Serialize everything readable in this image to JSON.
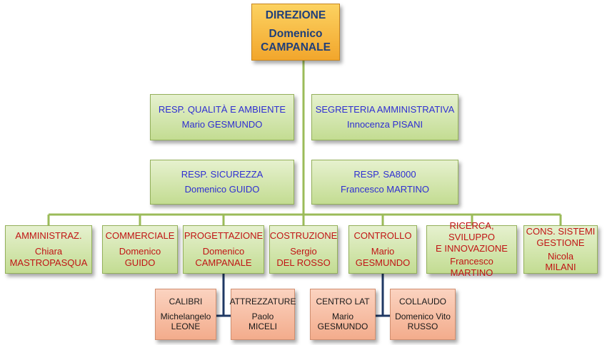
{
  "colors": {
    "connector_green": "#9bbb59",
    "connector_navy": "#1f3864",
    "text_blue": "#2e2ed2",
    "text_red": "#c01414",
    "text_director": "#1f3f7a"
  },
  "direzione": {
    "title": "DIREZIONE",
    "name1": "Domenico",
    "name2": "CAMPANALE"
  },
  "staff": {
    "qualita": {
      "title": "RESP. QUALITÀ E AMBIENTE",
      "name": "Mario GESMUNDO"
    },
    "segreteria": {
      "title": "SEGRETERIA AMMINISTRATIVA",
      "name": "Innocenza PISANI"
    },
    "sicurezza": {
      "title": "RESP. SICUREZZA",
      "name": "Domenico GUIDO"
    },
    "sa8000": {
      "title": "RESP. SA8000",
      "name": "Francesco MARTINO"
    }
  },
  "departments": {
    "amministrazione": {
      "title": "AMMINISTRAZ.",
      "name1": "Chiara",
      "name2": "MASTROPASQUA"
    },
    "commerciale": {
      "title": "COMMERCIALE",
      "name1": "Domenico",
      "name2": "GUIDO"
    },
    "progettazione": {
      "title": "PROGETTAZIONE",
      "name1": "Domenico",
      "name2": "CAMPANALE"
    },
    "costruzione": {
      "title": "COSTRUZIONE",
      "name1": "Sergio",
      "name2": "DEL ROSSO"
    },
    "controllo": {
      "title": "CONTROLLO",
      "name1": "Mario",
      "name2": "GESMUNDO"
    },
    "ricerca": {
      "title1": "RICERCA, SVILUPPO",
      "title2": "E INNOVAZIONE",
      "name1": "Francesco",
      "name2": "MARTINO"
    },
    "cons": {
      "title1": "CONS. SISTEMI",
      "title2": "GESTIONE",
      "name1": "Nicola",
      "name2": "MILANI"
    }
  },
  "units": {
    "calibri": {
      "title": "CALIBRI",
      "name1": "Michelangelo",
      "name2": "LEONE"
    },
    "attrezzature": {
      "title": "ATTREZZATURE",
      "name1": "Paolo",
      "name2": "MICELI"
    },
    "centro_lat": {
      "title": "CENTRO LAT",
      "name1": "Mario",
      "name2": "GESMUNDO"
    },
    "collaudo": {
      "title": "COLLAUDO",
      "name1": "Domenico Vito",
      "name2": "RUSSO"
    }
  }
}
